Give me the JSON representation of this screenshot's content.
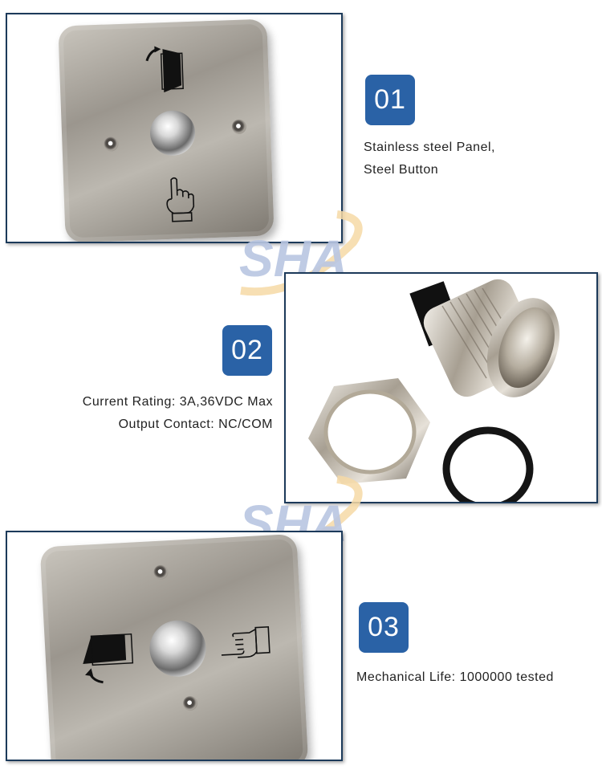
{
  "features": [
    {
      "number": "01",
      "lines": [
        "Stainless steel Panel,",
        "Steel Button"
      ],
      "image": "square stainless steel exit button plate with open-door and pointing-hand icons"
    },
    {
      "number": "02",
      "lines": [
        "Current Rating: 3A,36VDC Max",
        "Output Contact: NC/COM"
      ],
      "image": "metal push button with hex nut and black rubber O-ring"
    },
    {
      "number": "03",
      "lines": [
        "Mechanical Life: 1000000 tested"
      ],
      "image": "square stainless steel exit button plate, landscape icons"
    }
  ],
  "watermark": {
    "text": "SHA"
  },
  "colors": {
    "badge": "#2a62a6",
    "frame_border": "#1c3a5a",
    "text": "#222222",
    "watermark_blue": "#b9c6e2",
    "watermark_orange": "#f6d9a6"
  }
}
